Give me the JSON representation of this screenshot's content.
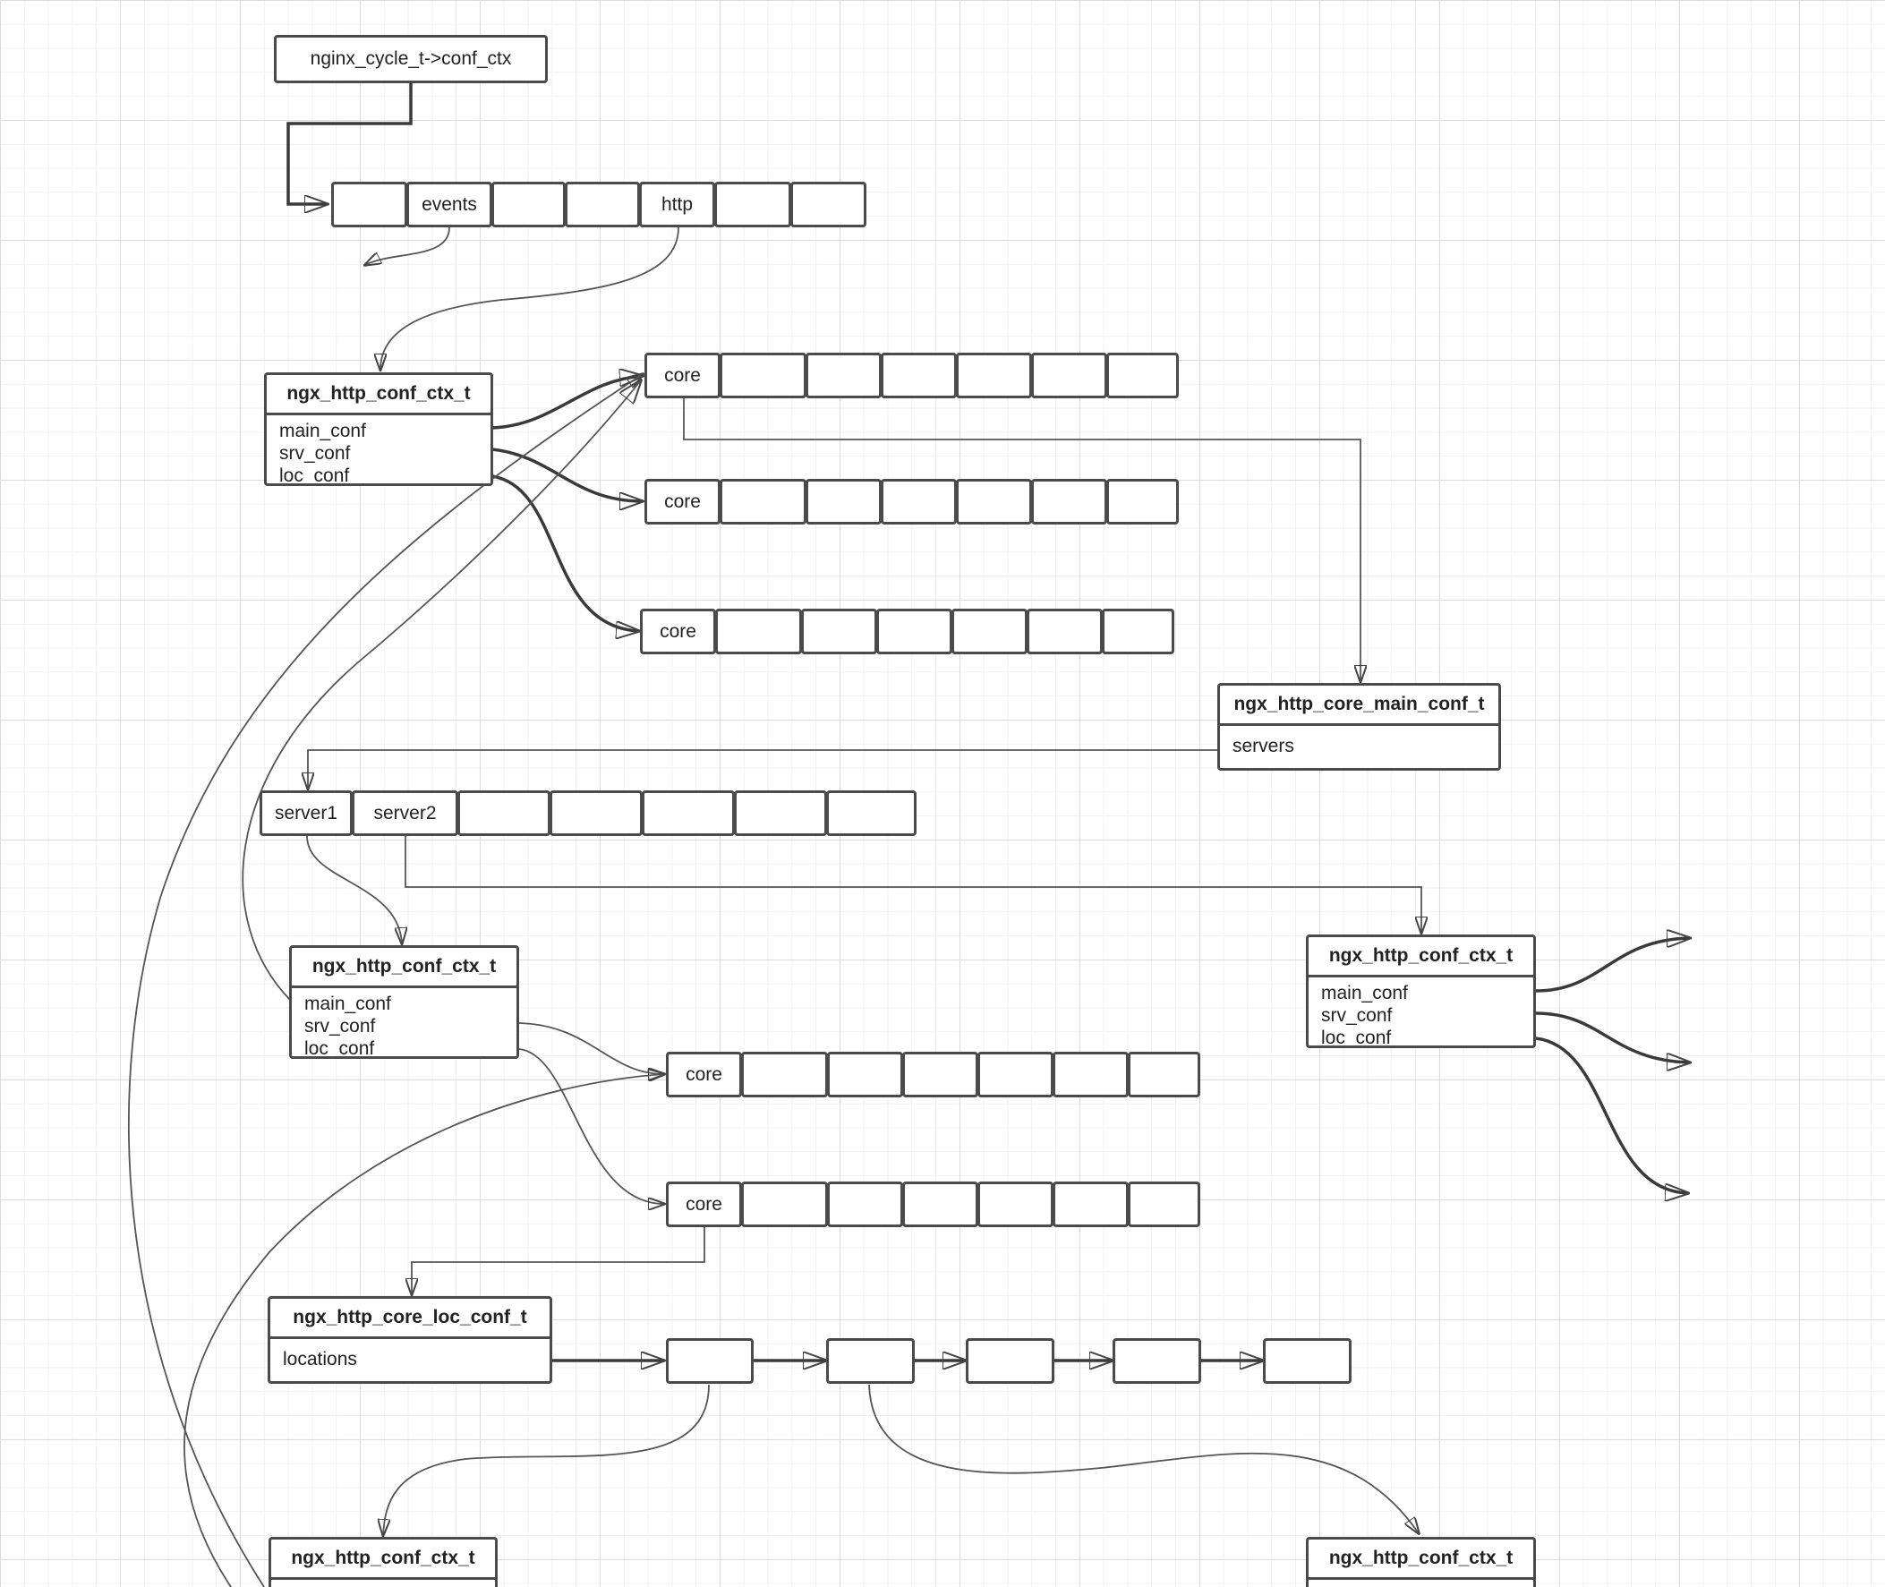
{
  "cycle_label": "nginx_cycle_t->conf_ctx",
  "cycle_modules": [
    "",
    "events",
    "",
    "",
    "http",
    "",
    ""
  ],
  "main_conf_ctx": {
    "title": "ngx_http_conf_ctx_t",
    "fields": [
      "main_conf",
      "srv_conf",
      "loc_conf"
    ]
  },
  "http_main_conf_array": [
    "core",
    "",
    "",
    "",
    "",
    "",
    ""
  ],
  "http_srv_conf_array": [
    "core",
    "",
    "",
    "",
    "",
    "",
    ""
  ],
  "http_loc_conf_array": [
    "core",
    "",
    "",
    "",
    "",
    "",
    ""
  ],
  "core_main_conf": {
    "title": "ngx_http_core_main_conf_t",
    "fields": [
      "servers"
    ]
  },
  "servers_array": [
    "server1",
    "server2",
    "",
    "",
    "",
    "",
    ""
  ],
  "server1_ctx": {
    "title": "ngx_http_conf_ctx_t",
    "fields": [
      "main_conf",
      "srv_conf",
      "loc_conf"
    ]
  },
  "server2_ctx": {
    "title": "ngx_http_conf_ctx_t",
    "fields": [
      "main_conf",
      "srv_conf",
      "loc_conf"
    ]
  },
  "server1_srv_conf_array": [
    "core",
    "",
    "",
    "",
    "",
    "",
    ""
  ],
  "server1_loc_conf_array": [
    "core",
    "",
    "",
    "",
    "",
    "",
    ""
  ],
  "core_loc_conf": {
    "title": "ngx_http_core_loc_conf_t",
    "fields": [
      "locations"
    ]
  },
  "locations_list": [
    "",
    "",
    "",
    "",
    ""
  ],
  "location1_ctx": {
    "title": "ngx_http_conf_ctx_t"
  },
  "location2_ctx": {
    "title": "ngx_http_conf_ctx_t"
  }
}
